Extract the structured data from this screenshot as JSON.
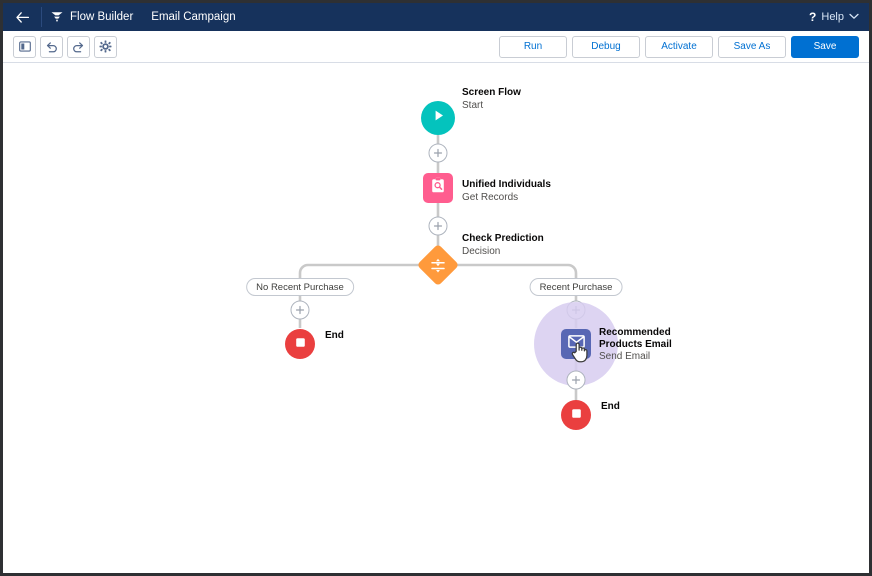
{
  "header": {
    "back_icon": "arrow-left-icon",
    "brand_icon": "flow-builder-icon",
    "brand_label": "Flow Builder",
    "document_title": "Email Campaign",
    "help_qmark": "?",
    "help_label": "Help",
    "help_chevron_icon": "chevron-down-icon",
    "bg_color": "#16325c"
  },
  "toolbar": {
    "icons": [
      {
        "name": "toggle-left-panel-icon",
        "label": "Toggle Panel"
      },
      {
        "name": "undo-icon",
        "label": "Undo"
      },
      {
        "name": "redo-icon",
        "label": "Redo"
      },
      {
        "name": "gear-icon",
        "label": "Settings"
      }
    ],
    "run_label": "Run",
    "debug_label": "Debug",
    "activate_label": "Activate",
    "save_as_label": "Save As",
    "save_label": "Save",
    "primary_color": "#0070d2"
  },
  "flow": {
    "nodes": [
      {
        "id": "start",
        "type": "start",
        "title": "Screen Flow",
        "subtitle": "Start",
        "icon": "play-icon",
        "color": "#04c3bd"
      },
      {
        "id": "get-records",
        "type": "get-records",
        "title": "Unified Individuals",
        "subtitle": "Get Records",
        "icon": "get-records-icon",
        "color": "#ff5d8f"
      },
      {
        "id": "decision",
        "type": "decision",
        "title": "Check Prediction",
        "subtitle": "Decision",
        "icon": "decision-icon",
        "color": "#ff9a3c"
      },
      {
        "id": "end-left",
        "type": "end",
        "title": "End",
        "subtitle": "",
        "icon": "stop-icon",
        "color": "#ea3f3f"
      },
      {
        "id": "send-email",
        "type": "send-email",
        "title": "Recommended Products Email",
        "subtitle": "Send Email",
        "icon": "envelope-icon",
        "color": "#5867b4",
        "highlighted": true,
        "highlight_color": "#d7cdf0"
      },
      {
        "id": "end-right",
        "type": "end",
        "title": "End",
        "subtitle": "",
        "icon": "stop-icon",
        "color": "#ea3f3f"
      }
    ],
    "branches": [
      {
        "id": "branch-left",
        "label": "No Recent Purchase"
      },
      {
        "id": "branch-right",
        "label": "Recent Purchase"
      }
    ],
    "add_element_icon": "plus-icon",
    "connector_color": "#c9c9c9"
  },
  "cursor": {
    "icon": "hand-pointer-cursor"
  }
}
